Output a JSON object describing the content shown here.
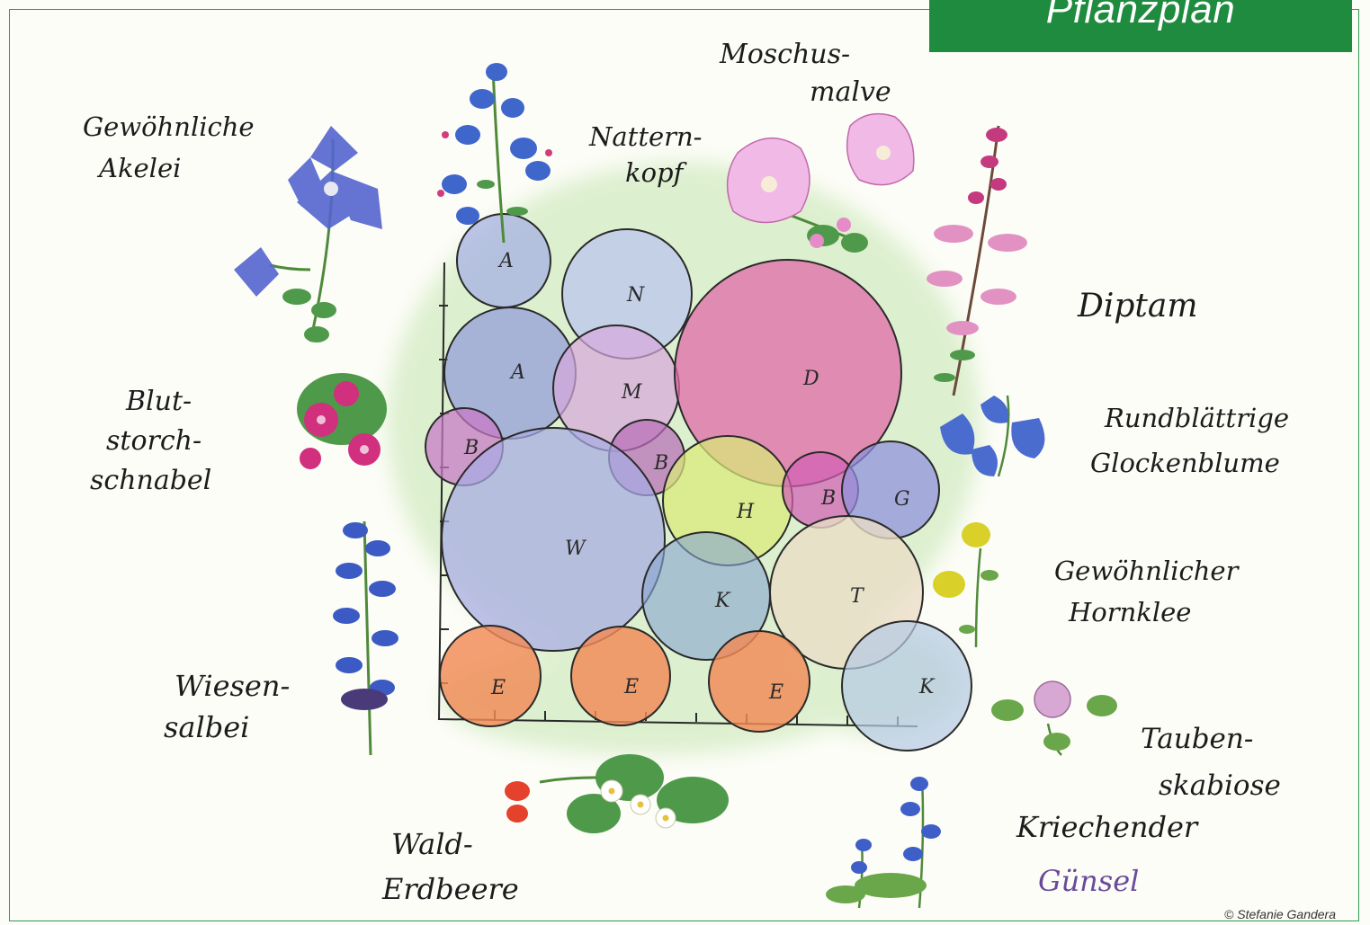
{
  "title": "Pflanzplan",
  "credit": "© Stefanie Gandera",
  "plants": [
    {
      "id": "akelei",
      "lines": [
        "Gewöhnliche",
        "Akelei"
      ],
      "color": "#4a5ec8"
    },
    {
      "id": "natternkopf",
      "lines": [
        "Nattern-",
        "kopf"
      ],
      "color": "#3d66c9"
    },
    {
      "id": "moschusmalve",
      "lines": [
        "Moschus-",
        "malve"
      ],
      "color": "#e6a9d6"
    },
    {
      "id": "diptam",
      "lines": [
        "Diptam"
      ],
      "color": "#c8408e"
    },
    {
      "id": "storchschnabel",
      "lines": [
        "Blut-",
        "storch-",
        "schnabel"
      ],
      "color": "#d0308a"
    },
    {
      "id": "glockenblume",
      "lines": [
        "Rundblättrige",
        "Glockenblume"
      ],
      "color": "#4f6fd0"
    },
    {
      "id": "hornklee",
      "lines": [
        "Gewöhnlicher",
        "Hornklee"
      ],
      "color": "#d7d32b"
    },
    {
      "id": "salbei",
      "lines": [
        "Wiesen-",
        "salbei"
      ],
      "color": "#3a58c2"
    },
    {
      "id": "skabiose",
      "lines": [
        "Tauben-",
        "skabiose"
      ],
      "color": "#c8a0c6"
    },
    {
      "id": "erdbeere",
      "lines": [
        "Wald-",
        "Erdbeere"
      ],
      "color": "#e8442d"
    },
    {
      "id": "guensel",
      "lines": [
        "Kriechender",
        "Günsel"
      ],
      "color": "#3f5fc8"
    }
  ],
  "circle_labels": {
    "a1": "A",
    "n": "N",
    "a2": "A",
    "m": "M",
    "d": "D",
    "b1": "B",
    "b2": "B",
    "b3": "B",
    "h": "H",
    "g": "G",
    "w": "W",
    "k1": "K",
    "t": "T",
    "k2": "K",
    "e1": "E",
    "e2": "E",
    "e3": "E"
  },
  "palette": {
    "akelei": "#7f8fd8",
    "natternkopf": "#a7b4e4",
    "malve": "#d9a6d8",
    "diptam": "#dd5fa3",
    "storchschnabel": "#c677c4",
    "hornklee": "#d9e86a",
    "glockenblume": "#8c8fe0",
    "salbei": "#a8a8e6",
    "guensel": "#7fa3d6",
    "skabiose": "#e6dbc2",
    "erdbeere": "#f48856",
    "green_wash": "#c9e6b8",
    "banner": "#1f8b3e"
  }
}
